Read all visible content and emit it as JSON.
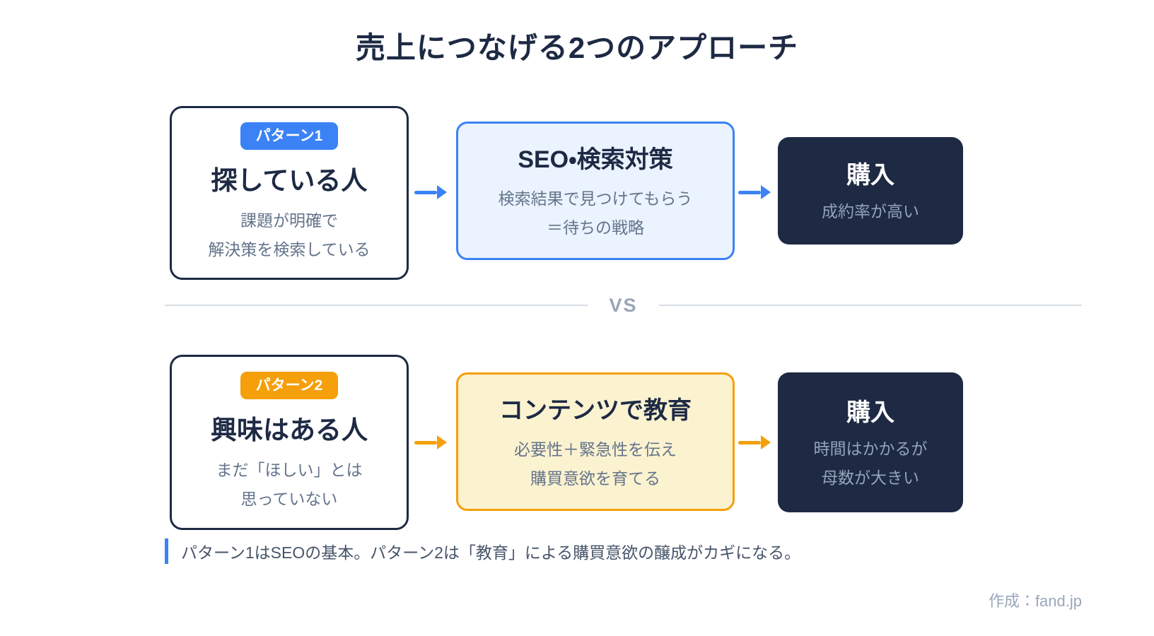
{
  "title": "売上につなげる2つのアプローチ",
  "colors": {
    "navy": "#1e2a44",
    "blue_accent": "#3b82f6",
    "blue_light_bg": "#eaf3fe",
    "orange_accent": "#f5a00b",
    "yellow_light_bg": "#fbf2d0",
    "desc_gray": "#64748b",
    "desc_gray_on_dark": "#94a3b8",
    "divider_gray": "#9aa5b5"
  },
  "rows": [
    {
      "persona": {
        "badge": "パターン1",
        "title": "探している人",
        "desc_lines": [
          "課題が明確で",
          "解決策を検索している"
        ]
      },
      "strategy": {
        "title": "SEO・検索対策",
        "desc_lines": [
          "検索結果で見つけてもらう",
          "＝待ちの戦略"
        ]
      },
      "outcome": {
        "title": "購入",
        "desc_lines": [
          "成約率が高い"
        ]
      }
    },
    {
      "persona": {
        "badge": "パターン2",
        "title": "興味はある人",
        "desc_lines": [
          "まだ「ほしい」とは",
          "思っていない"
        ]
      },
      "strategy": {
        "title": "コンテンツで教育",
        "desc_lines": [
          "必要性＋緊急性を伝え",
          "購買意欲を育てる"
        ]
      },
      "outcome": {
        "title": "購入",
        "desc_lines": [
          "時間はかかるが",
          "母数が大きい"
        ]
      }
    }
  ],
  "divider": {
    "label": "VS"
  },
  "note": "パターン1はSEOの基本。パターン2は「教育」による購買意欲の醸成がカギになる。",
  "credit": "作成：fand.jp"
}
